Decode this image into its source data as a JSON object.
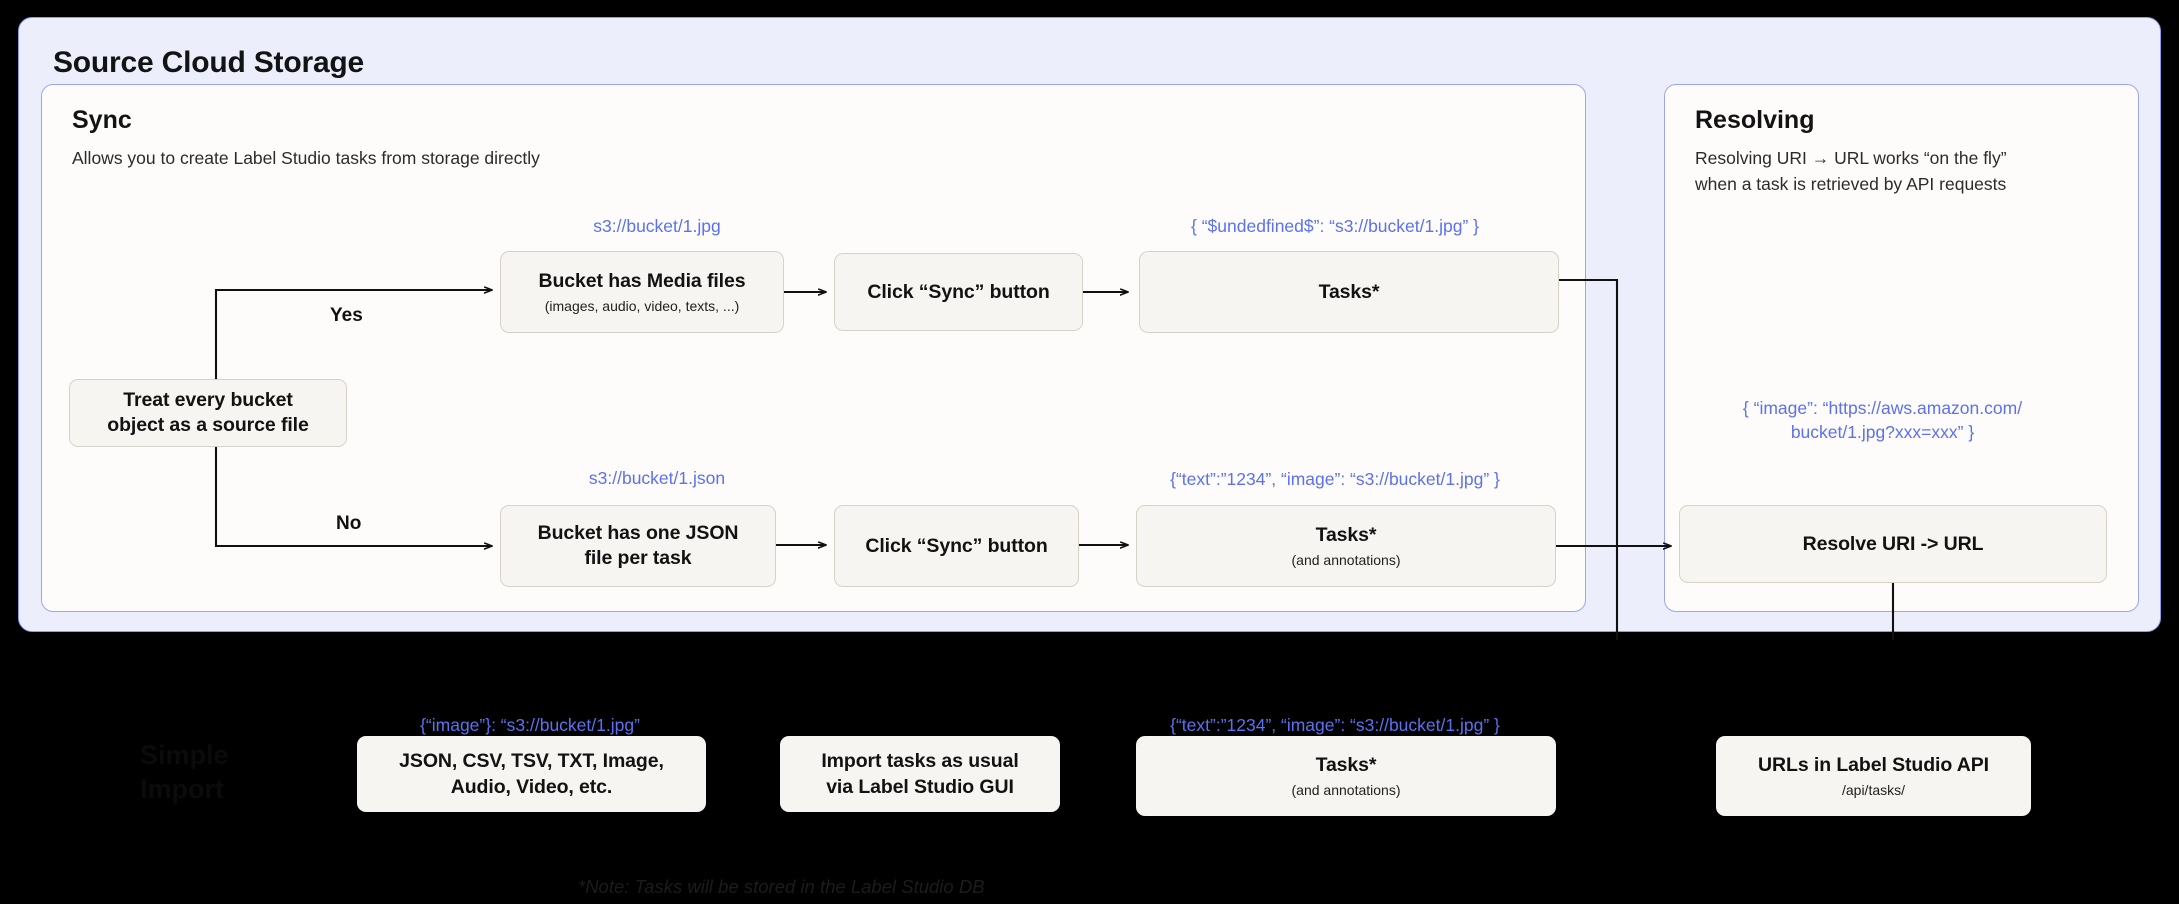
{
  "outer_panel": {
    "title": "Source Cloud Storage"
  },
  "sync_card": {
    "title": "Sync",
    "subtitle": "Allows you to create Label Studio tasks from storage directly",
    "decision_box": "Treat every bucket\nobject as a source file",
    "branch_yes_label": "Yes",
    "branch_no_label": "No",
    "yes_row": {
      "uri_note": "s3://bucket/1.jpg",
      "box1_line1": "Bucket has Media files",
      "box1_line2": "(images, audio, video, texts, ...)",
      "box2": "Click “Sync” button",
      "tasks_note": "{ “$undedfined$”: “s3://bucket/1.jpg” }",
      "tasks_title": "Tasks*"
    },
    "no_row": {
      "uri_note": "s3://bucket/1.json",
      "box1_line1": "Bucket has one JSON",
      "box1_line2": "file per task",
      "box2": "Click “Sync” button",
      "tasks_note": "{“text”:”1234”,  “image”: “s3://bucket/1.jpg” }",
      "tasks_title": "Tasks*",
      "tasks_sub": "(and annotations)"
    }
  },
  "resolving_card": {
    "title": "Resolving",
    "subtitle": "Resolving URI → URL works “on the fly”\nwhen a task is retrieved by API requests",
    "url_note": "{ “image”: “https://aws.amazon.com/\nbucket/1.jpg?xxx=xxx” }",
    "resolve_box": "Resolve URI -> URL"
  },
  "bottom_section": {
    "ghost_title": "Simple\nImport",
    "formats_note": "{“image”}: “s3://bucket/1.jpg”",
    "formats_box": "JSON, CSV, TSV, TXT, Image,\nAudio, Video, etc.",
    "import_box": "Import tasks as usual\nvia Label Studio GUI",
    "tasks_note": "{“text”:”1234”,  “image”: “s3://bucket/1.jpg” }",
    "tasks_title": "Tasks*",
    "tasks_sub": "(and annotations)",
    "api_box_title": "URLs in Label Studio API",
    "api_box_sub": "/api/tasks/",
    "footnote": "*Note: Tasks will be stored in the Label Studio DB"
  },
  "colors": {
    "panel_bg": "#eceefb",
    "panel_border": "#8c9beb",
    "card_bg": "#fdfcfb",
    "card_border": "#9aa7ee",
    "box_bg": "#f7f5f2",
    "box_border": "#d8d2c6",
    "accent_blue": "#5b71ef",
    "page_bg": "#000000"
  }
}
